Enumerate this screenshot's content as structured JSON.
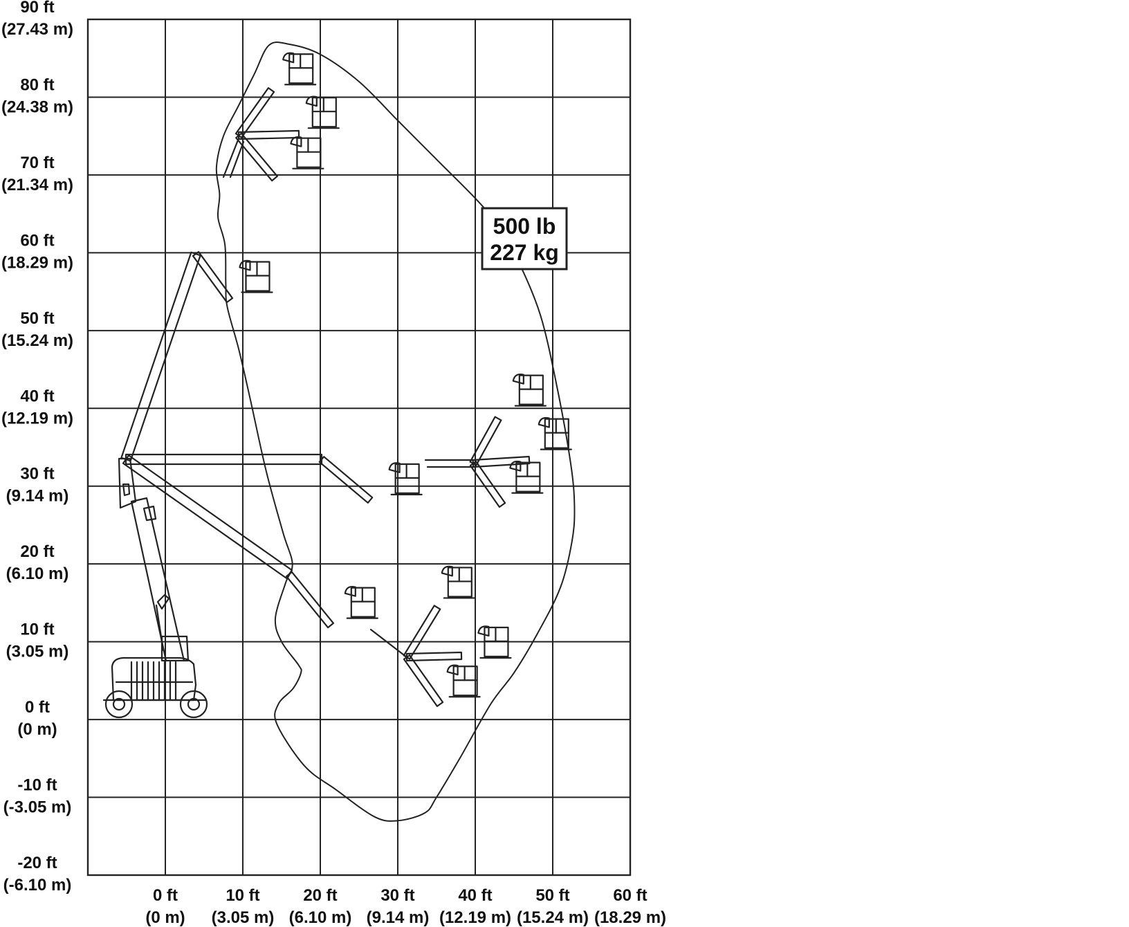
{
  "chart_data": {
    "type": "diagram",
    "x_axis": {
      "ticks": [
        {
          "value": 0,
          "ft": "0 ft",
          "m": "(0 m)"
        },
        {
          "value": 10,
          "ft": "10 ft",
          "m": "(3.05 m)"
        },
        {
          "value": 20,
          "ft": "20 ft",
          "m": "(6.10 m)"
        },
        {
          "value": 30,
          "ft": "30 ft",
          "m": "(9.14 m)"
        },
        {
          "value": 40,
          "ft": "40 ft",
          "m": "(12.19 m)"
        },
        {
          "value": 50,
          "ft": "50 ft",
          "m": "(15.24 m)"
        },
        {
          "value": 60,
          "ft": "60 ft",
          "m": "(18.29 m)"
        }
      ],
      "range": [
        -10,
        60
      ]
    },
    "y_axis": {
      "ticks": [
        {
          "value": 90,
          "ft": "90 ft",
          "m": "(27.43 m)"
        },
        {
          "value": 80,
          "ft": "80 ft",
          "m": "(24.38 m)"
        },
        {
          "value": 70,
          "ft": "70 ft",
          "m": "(21.34 m)"
        },
        {
          "value": 60,
          "ft": "60 ft",
          "m": "(18.29 m)"
        },
        {
          "value": 50,
          "ft": "50 ft",
          "m": "(15.24 m)"
        },
        {
          "value": 40,
          "ft": "40 ft",
          "m": "(12.19 m)"
        },
        {
          "value": 30,
          "ft": "30 ft",
          "m": "(9.14 m)"
        },
        {
          "value": 20,
          "ft": "20 ft",
          "m": "(6.10 m)"
        },
        {
          "value": 10,
          "ft": "10 ft",
          "m": "(3.05 m)"
        },
        {
          "value": 0,
          "ft": "0 ft",
          "m": "(0 m)"
        },
        {
          "value": -10,
          "ft": "-10 ft",
          "m": "(-3.05 m)"
        },
        {
          "value": -20,
          "ft": "-20 ft",
          "m": "(-6.10 m)"
        }
      ],
      "range": [
        -20,
        90
      ]
    },
    "grid": true,
    "load_capacity": {
      "lb": "500 lb",
      "kg": "227 kg"
    },
    "envelope": [
      [
        13.4,
        86.7
      ],
      [
        16,
        86.8
      ],
      [
        20,
        85.5
      ],
      [
        25,
        82
      ],
      [
        30,
        77
      ],
      [
        35,
        72
      ],
      [
        40,
        67
      ],
      [
        42.5,
        64
      ],
      [
        45.5,
        59
      ],
      [
        48.4,
        52
      ],
      [
        50.5,
        43
      ],
      [
        52.3,
        33
      ],
      [
        52.8,
        27.5
      ],
      [
        52.5,
        23
      ],
      [
        51,
        17
      ],
      [
        48,
        11
      ],
      [
        45,
        6
      ],
      [
        42,
        2
      ],
      [
        38,
        -5
      ],
      [
        35,
        -10
      ],
      [
        33.5,
        -12
      ],
      [
        30,
        -13
      ],
      [
        27,
        -12.5
      ],
      [
        22,
        -9
      ],
      [
        18,
        -6
      ],
      [
        14.4,
        -0.6
      ],
      [
        14.6,
        2
      ],
      [
        16.5,
        4
      ],
      [
        17.5,
        6
      ],
      [
        17.2,
        7
      ],
      [
        15,
        10
      ],
      [
        14.2,
        13
      ],
      [
        15.5,
        17.5
      ],
      [
        16.4,
        20
      ],
      [
        15.2,
        24
      ],
      [
        13,
        32
      ],
      [
        11,
        41
      ],
      [
        9.5,
        47.5
      ],
      [
        8,
        53
      ],
      [
        7.8,
        56
      ],
      [
        7.7,
        61
      ],
      [
        6.8,
        64.5
      ],
      [
        7,
        67.5
      ],
      [
        6.6,
        71
      ],
      [
        7.5,
        75
      ],
      [
        9.5,
        79
      ],
      [
        11.5,
        83
      ],
      [
        13.4,
        86.7
      ]
    ],
    "platform_positions": [
      [
        16,
        81.8
      ],
      [
        19,
        76.2
      ],
      [
        17,
        71
      ],
      [
        10.4,
        55.1
      ],
      [
        29.7,
        29.1
      ],
      [
        45.7,
        40.5
      ],
      [
        49,
        34.9
      ],
      [
        45.3,
        29.3
      ],
      [
        24,
        13.2
      ],
      [
        36.5,
        15.8
      ],
      [
        41.2,
        8.1
      ],
      [
        37.2,
        3.1
      ]
    ]
  }
}
